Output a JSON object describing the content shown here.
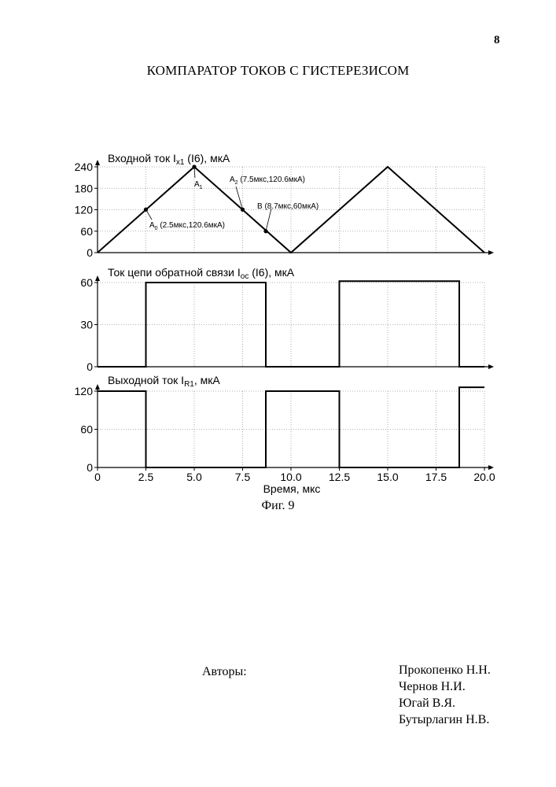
{
  "page_number": "8",
  "title": "КОМПАРАТОР ТОКОВ С ГИСТЕРЕЗИСОМ",
  "caption": "Фиг. 9",
  "authors_label": "Авторы:",
  "authors": [
    "Прокопенко Н.Н.",
    "Чернов Н.И.",
    "Югай В.Я.",
    "Бутырлагин Н.В."
  ],
  "colors": {
    "ink": "#000000",
    "grid": "#9a9a9a",
    "paper": "#ffffff"
  },
  "chart_data": [
    {
      "type": "line",
      "title": {
        "main": "Входной ток I",
        "sub": "x1",
        "rest": " (I6), мкА"
      },
      "xlim": [
        0,
        20
      ],
      "ylim": [
        0,
        240
      ],
      "yticks": [
        "0",
        "60",
        "120",
        "180",
        "240"
      ],
      "grid": true,
      "series": [
        {
          "x": [
            0,
            5,
            10,
            15,
            20
          ],
          "y": [
            0,
            240,
            0,
            240,
            0
          ]
        }
      ],
      "points": [
        {
          "x": 2.5,
          "y": 120.6,
          "label_main": "A",
          "label_sub": "0",
          "label_rest": " (2.5мкс,120.6мкА)"
        },
        {
          "x": 5.0,
          "y": 240,
          "label_main": "A",
          "label_sub": "1",
          "label_rest": ""
        },
        {
          "x": 7.5,
          "y": 120.6,
          "label_main": "A",
          "label_sub": "2",
          "label_rest": " (7.5мкс,120.6мкА)"
        },
        {
          "x": 8.7,
          "y": 60,
          "label_main": "B",
          "label_sub": "",
          "label_rest": " (8.7мкс,60мкА)"
        }
      ]
    },
    {
      "type": "line",
      "title": {
        "main": "Ток цепи обратной связи I",
        "sub": "oc",
        "rest": " (I6), мкА"
      },
      "xlim": [
        0,
        20
      ],
      "ylim": [
        0,
        60
      ],
      "yticks": [
        "0",
        "30",
        "60"
      ],
      "grid": true,
      "series": [
        {
          "x": [
            0,
            2.5,
            2.5,
            8.7,
            8.7,
            12.5,
            12.5,
            18.7,
            18.7,
            20
          ],
          "y": [
            0,
            0,
            60,
            60,
            0,
            0,
            61,
            61,
            0,
            0
          ]
        }
      ]
    },
    {
      "type": "line",
      "title": {
        "main": "Выходной ток I",
        "sub": "R1",
        "rest": ", мкА"
      },
      "xlim": [
        0,
        20
      ],
      "ylim": [
        0,
        120
      ],
      "yticks": [
        "0",
        "60",
        "120"
      ],
      "xticks": [
        "0",
        "2.5",
        "5.0",
        "7.5",
        "10.0",
        "12.5",
        "15.0",
        "17.5",
        "20.0"
      ],
      "xlabel": "Время, мкс",
      "grid": true,
      "series": [
        {
          "x": [
            0,
            2.5,
            2.5,
            8.7,
            8.7,
            12.5,
            12.5,
            18.7,
            18.7,
            20
          ],
          "y": [
            120,
            120,
            0,
            0,
            120,
            120,
            0,
            0,
            126,
            126
          ]
        }
      ]
    }
  ]
}
